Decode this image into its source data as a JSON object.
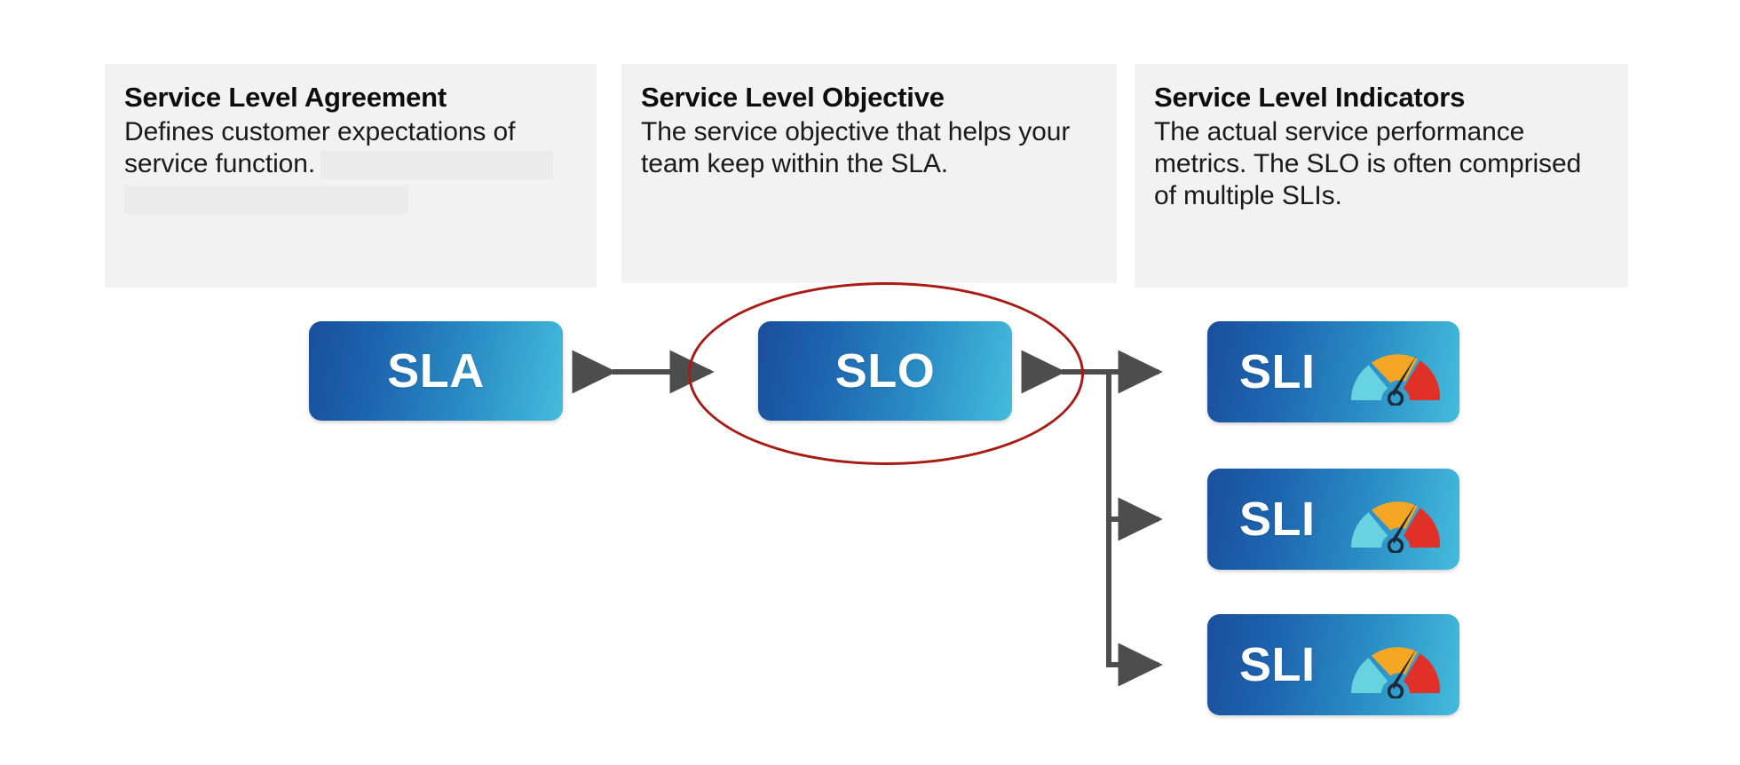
{
  "cards": [
    {
      "id": "sla",
      "title": "Service Level Agreement",
      "body": "Defines customer expectations of service function.",
      "has_skeleton_placeholders": true
    },
    {
      "id": "slo",
      "title": "Service Level Objective",
      "body": "The service objective that helps your team keep within the SLA.",
      "has_skeleton_placeholders": false
    },
    {
      "id": "sli",
      "title": "Service Level Indicators",
      "body": "The actual service performance metrics. The SLO is often comprised of multiple SLIs.",
      "has_skeleton_placeholders": false
    }
  ],
  "nodes": {
    "sla": {
      "label": "SLA"
    },
    "slo": {
      "label": "SLO"
    },
    "sli_1": {
      "label": "SLI",
      "icon": "gauge-icon"
    },
    "sli_2": {
      "label": "SLI",
      "icon": "gauge-icon"
    },
    "sli_3": {
      "label": "SLI",
      "icon": "gauge-icon"
    }
  },
  "annotation": {
    "type": "ellipse-highlight",
    "target": "SLO",
    "color": "#a81b14"
  },
  "colors": {
    "card_background": "#f2f2f2",
    "skeleton": "#ebebeb",
    "box_gradient_start": "#1a4f9c",
    "box_gradient_end": "#45bcdc",
    "connector": "#4d4d4d",
    "highlight": "#a81b14",
    "gauge_low": "#67d3e0",
    "gauge_mid": "#f5a623",
    "gauge_high": "#e03027",
    "gauge_needle": "#1b2a3d",
    "text_primary": "#0d0d0d",
    "box_text": "#ffffff"
  },
  "connections": [
    {
      "from": "SLA",
      "to": "SLO",
      "arrow": "double"
    },
    {
      "from": "SLO",
      "to": "SLI",
      "arrow": "double"
    },
    {
      "from": "trunk",
      "to": "SLI 1",
      "arrow": "single"
    },
    {
      "from": "trunk",
      "to": "SLI 2",
      "arrow": "single"
    },
    {
      "from": "trunk",
      "to": "SLI 3",
      "arrow": "single"
    }
  ]
}
